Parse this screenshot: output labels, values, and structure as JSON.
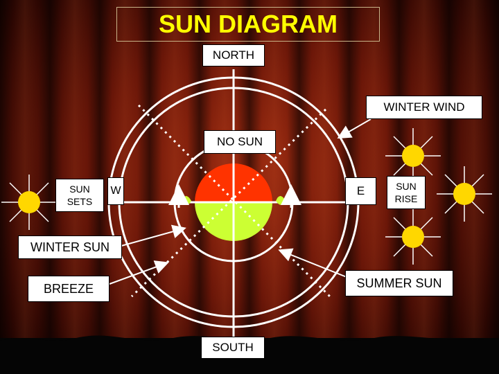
{
  "title": "SUN DIAGRAM",
  "labels": {
    "north": "NORTH",
    "south": "SOUTH",
    "winter_wind": "WINTER WIND",
    "no_sun": "NO SUN",
    "sun_sets": "SUN SETS",
    "sun_rise": "SUN RISE",
    "west": "W",
    "east": "E",
    "winter_sun": "WINTER SUN",
    "breeze": "BREEZE",
    "summer_sun": "SUMMER SUN"
  },
  "colors": {
    "title": "#ffff00",
    "sun": "#ffd700",
    "no_sun_zone": "#ff3300",
    "sun_zone": "#ccff33",
    "lines": "#ffffff"
  }
}
